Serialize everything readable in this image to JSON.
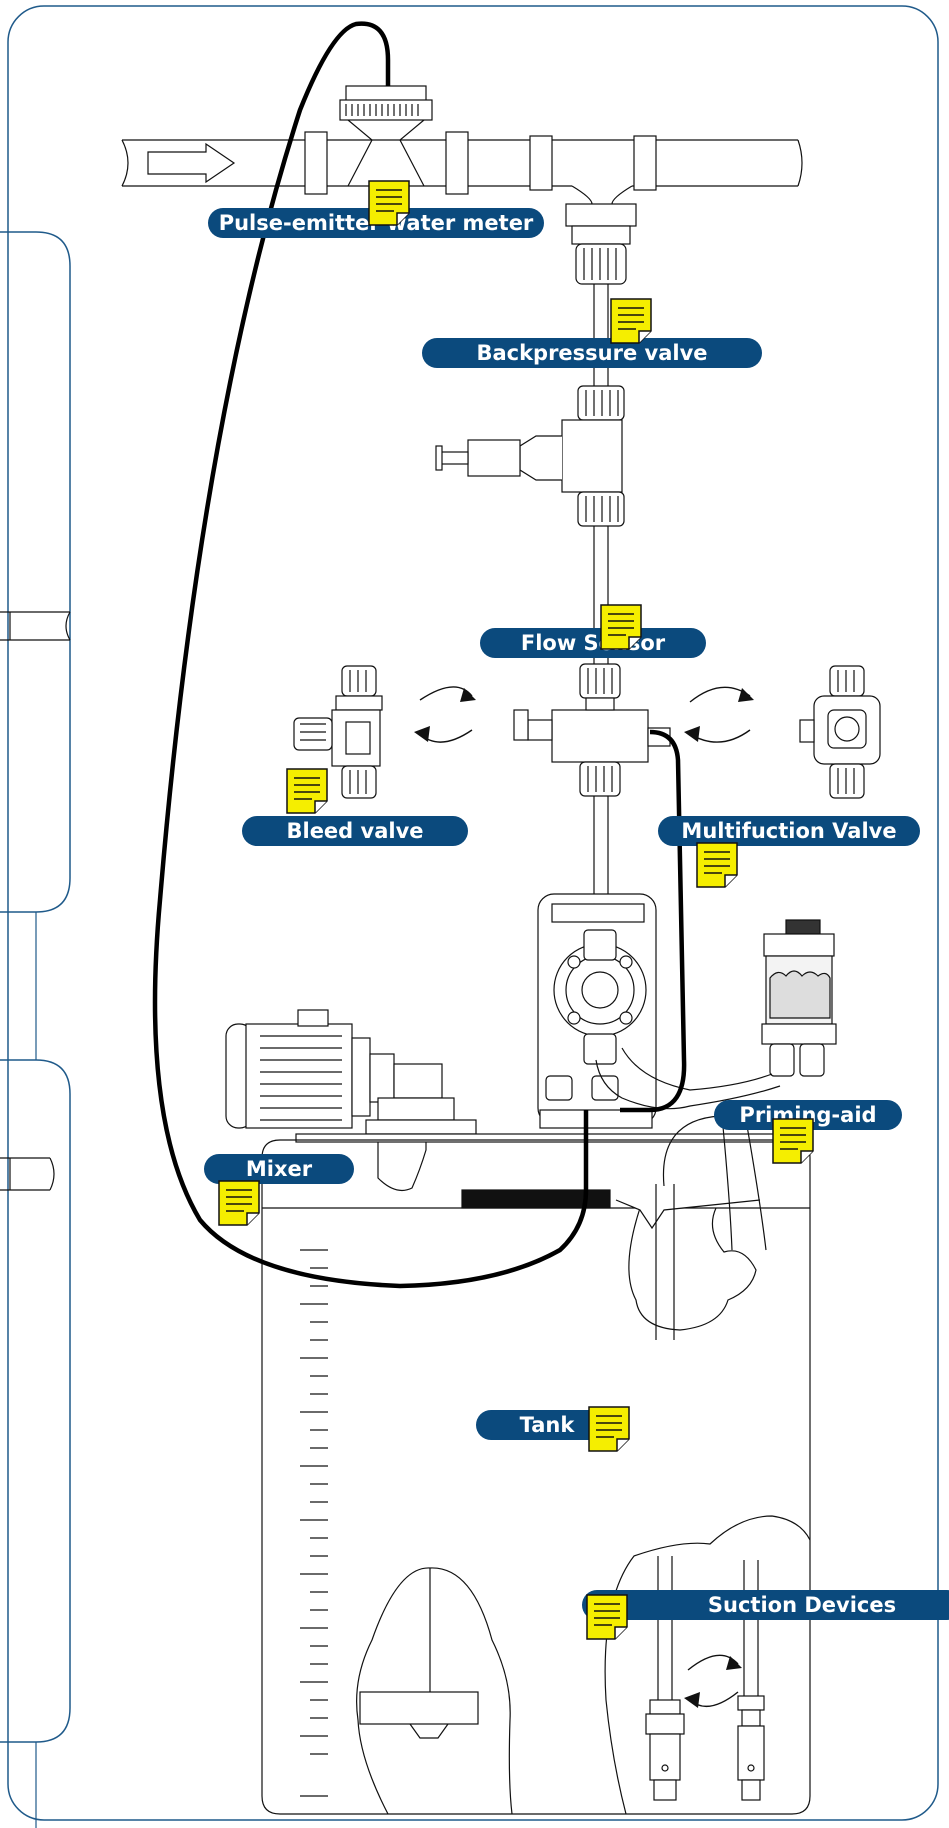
{
  "labels": {
    "pulse_water_meter": "Pulse-emitter water meter",
    "backpressure_valve": "Backpressure valve",
    "flow_sensor": "Flow Sensor",
    "bleed_valve": "Bleed valve",
    "multifunction_valve": "Multifuction Valve",
    "priming_aid": "Priming-aid",
    "mixer": "Mixer",
    "tank": "Tank",
    "suction_devices": "Suction Devices"
  },
  "colors": {
    "label_bg": "#0b4a7d",
    "label_text": "#ffffff",
    "note_fill": "#f5ee00",
    "frame_stroke": "#1f5a8a",
    "line_stroke": "#111111"
  },
  "icons": {
    "note": "sticky-note-icon",
    "rotate": "rotate-arrows-icon"
  }
}
